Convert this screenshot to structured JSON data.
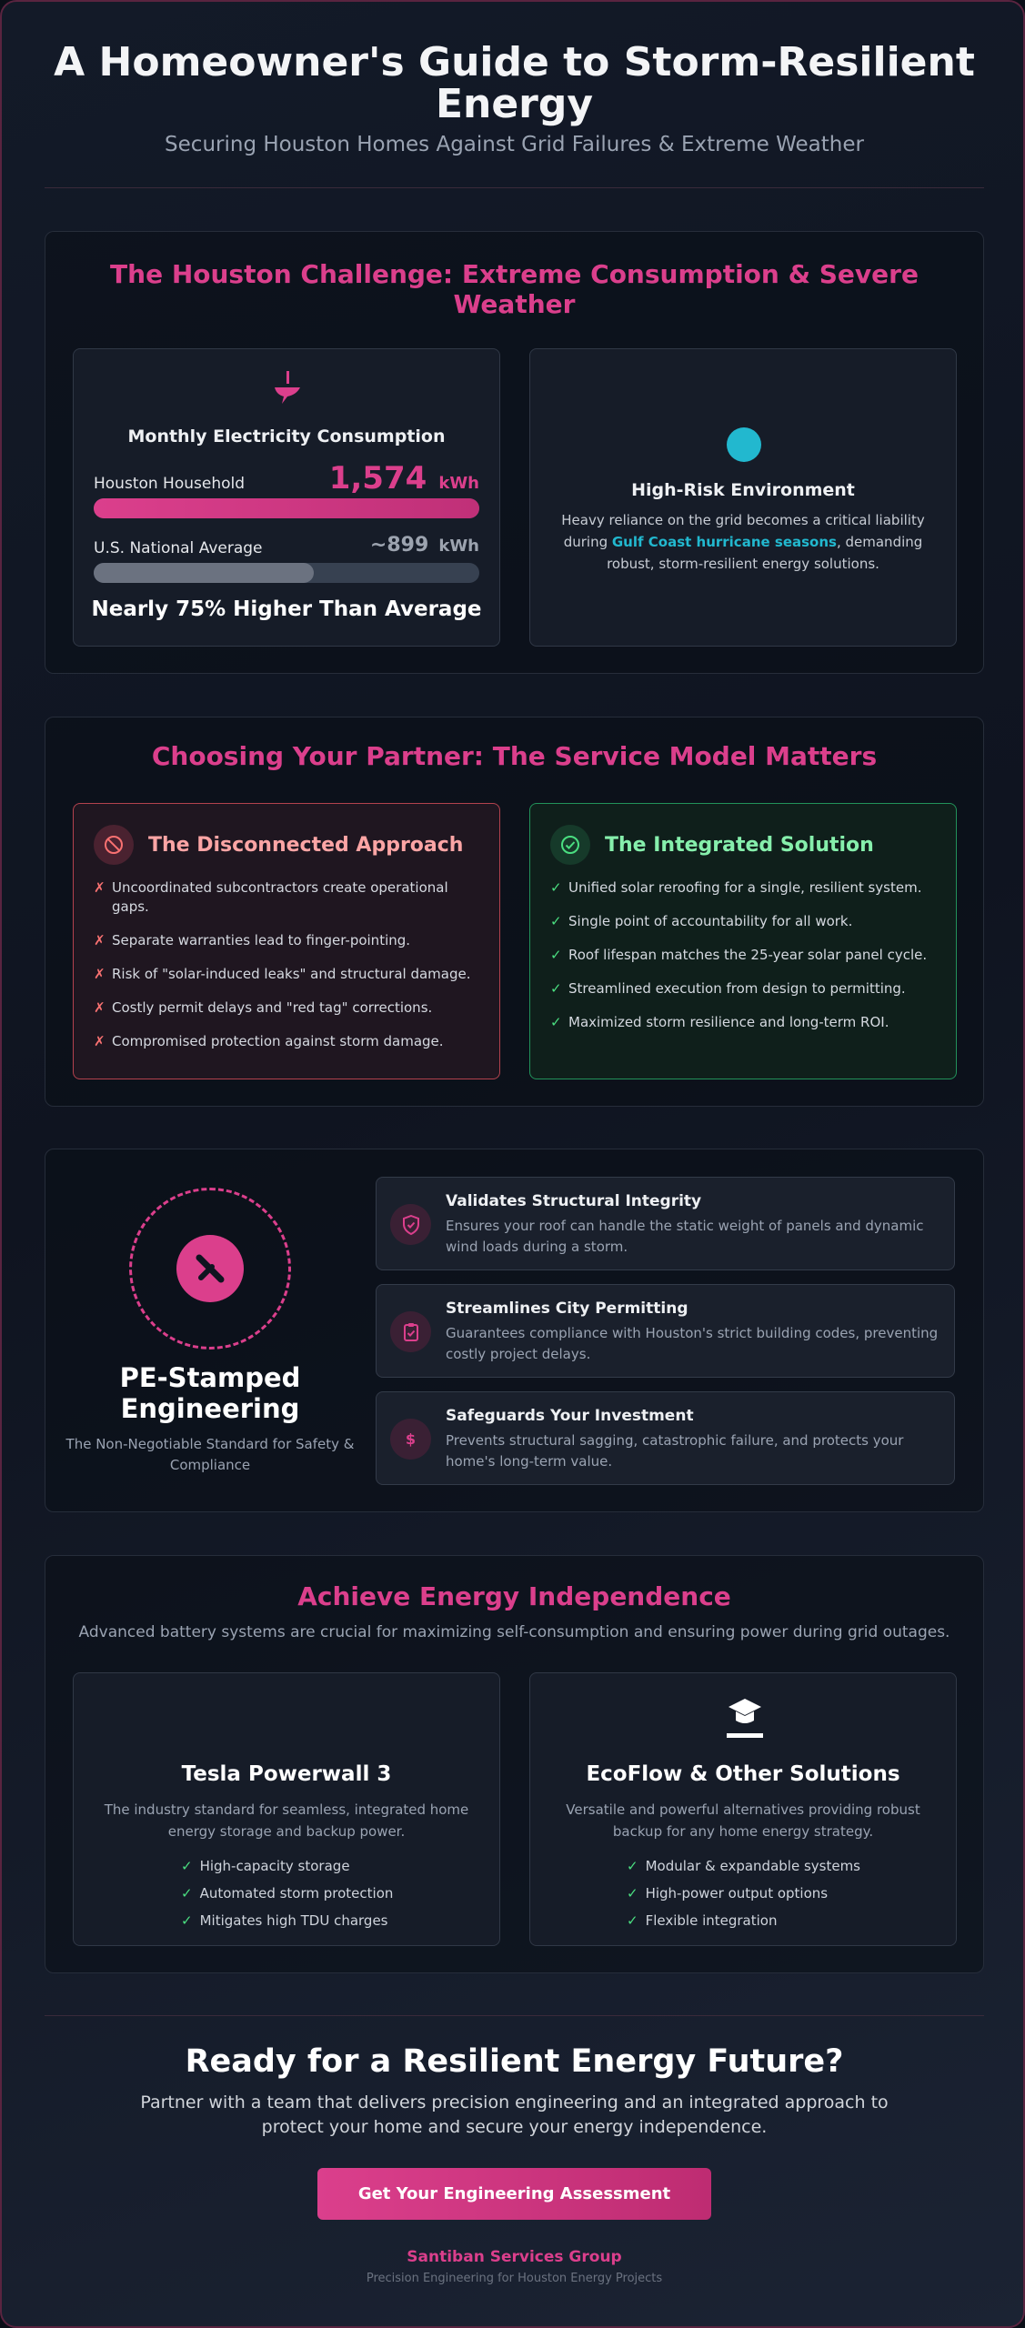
{
  "header": {
    "title": "A Homeowner's Guide to Storm-Resilient Energy",
    "subtitle": "Securing Houston Homes Against Grid Failures & Extreme Weather"
  },
  "challenge": {
    "title": "The Houston Challenge: Extreme Consumption & Severe Weather",
    "consumption": {
      "heading": "Monthly Electricity Consumption",
      "houston_label": "Houston Household",
      "houston_value": "1,574",
      "houston_fill_pct": 100,
      "national_label": "U.S. National Average",
      "national_value": "~899",
      "national_fill_pct": 57,
      "unit": "kWh",
      "summary": "Nearly 75% Higher Than Average"
    },
    "risk": {
      "heading": "High-Risk Environment",
      "text_before": "Heavy reliance on the grid becomes a critical liability during ",
      "highlight": "Gulf Coast hurricane seasons",
      "text_after": ", demanding robust, storm-resilient energy solutions."
    }
  },
  "partner": {
    "title": "Choosing Your Partner: The Service Model Matters",
    "disconnected": {
      "heading": "The Disconnected Approach",
      "items": [
        "Uncoordinated subcontractors create operational gaps.",
        "Separate warranties lead to finger-pointing.",
        "Risk of \"solar-induced leaks\" and structural damage.",
        "Costly permit delays and \"red tag\" corrections.",
        "Compromised protection against storm damage."
      ]
    },
    "integrated": {
      "heading": "The Integrated Solution",
      "items": [
        "Unified solar reroofing for a single, resilient system.",
        "Single point of accountability for all work.",
        "Roof lifespan matches the 25-year solar panel cycle.",
        "Streamlined execution from design to permitting.",
        "Maximized storm resilience and long-term ROI."
      ]
    }
  },
  "engineering": {
    "title": "PE-Stamped Engineering",
    "subtitle": "The Non-Negotiable Standard for Safety & Compliance",
    "features": [
      {
        "title": "Validates Structural Integrity",
        "desc": "Ensures your roof can handle the static weight of panels and dynamic wind loads during a storm.",
        "icon": "shield-icon"
      },
      {
        "title": "Streamlines City Permitting",
        "desc": "Guarantees compliance with Houston's strict building codes, preventing costly project delays.",
        "icon": "clipboard-check-icon"
      },
      {
        "title": "Safeguards Your Investment",
        "desc": "Prevents structural sagging, catastrophic failure, and protects your home's long-term value.",
        "icon": "dollar-icon",
        "glyph": "$"
      }
    ]
  },
  "independence": {
    "title": "Achieve Energy Independence",
    "subtitle": "Advanced battery systems are crucial for maximizing self-consumption and ensuring power during grid outages.",
    "tesla": {
      "heading": "Tesla Powerwall 3",
      "desc": "The industry standard for seamless, integrated home energy storage and backup power.",
      "items": [
        "High-capacity storage",
        "Automated storm protection",
        "Mitigates high TDU charges"
      ]
    },
    "ecoflow": {
      "heading": "EcoFlow & Other Solutions",
      "desc": "Versatile and powerful alternatives providing robust backup for any home energy strategy.",
      "items": [
        "Modular & expandable systems",
        "High-power output options",
        "Flexible integration"
      ]
    }
  },
  "cta": {
    "title": "Ready for a Resilient Energy Future?",
    "text": "Partner with a team that delivers precision engineering and an integrated approach to protect your home and secure your energy independence.",
    "button": "Get Your Engineering Assessment"
  },
  "footer": {
    "company": "Santiban Services Group",
    "tagline": "Precision Engineering for Houston Energy Projects"
  },
  "colors": {
    "accent": "#db3f8c",
    "teal": "#22b8cf",
    "success": "#4ade80",
    "danger": "#f87171",
    "muted_bar": "#6b7280"
  }
}
